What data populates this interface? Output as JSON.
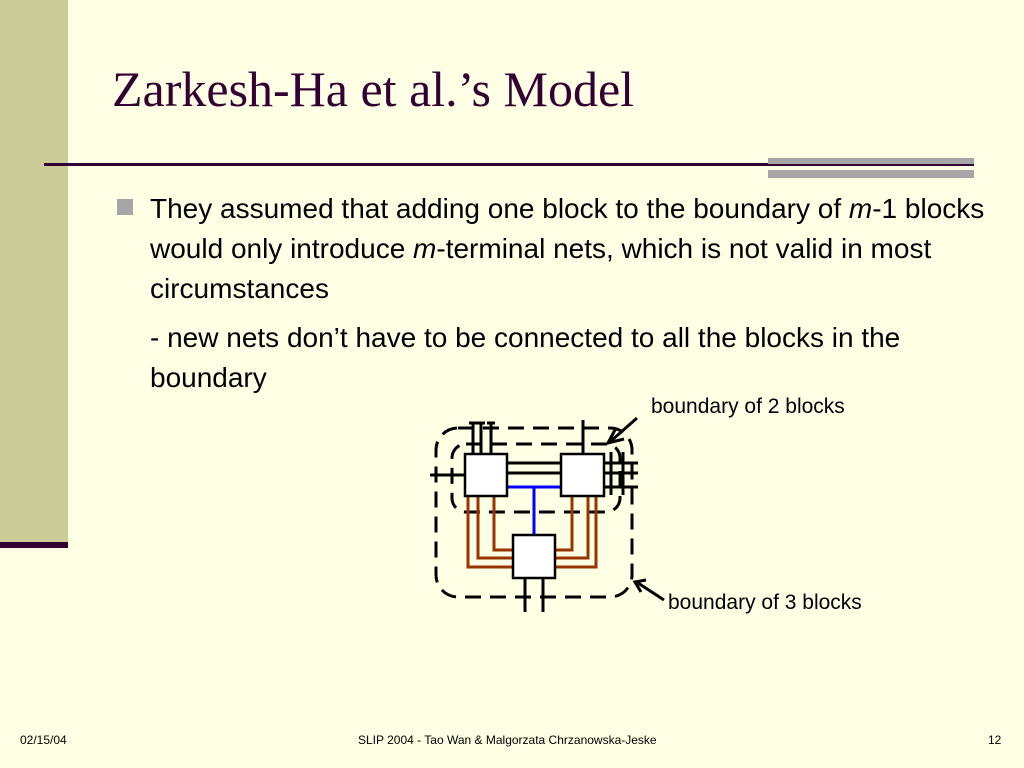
{
  "slide": {
    "title": "Zarkesh-Ha et al.’s Model",
    "bullet": {
      "part1": "They assumed that adding one block to the boundary of ",
      "var1": "m",
      "part2": "-1 blocks would only introduce ",
      "var2": "m",
      "part3": "-terminal nets, which is not valid in most circumstances"
    },
    "subtext": "- new nets don’t have to be connected to all the blocks in the boundary"
  },
  "figure": {
    "label_two_blocks": "boundary of 2 blocks",
    "label_three_blocks": "boundary of 3 blocks"
  },
  "footer": {
    "date": "02/15/04",
    "center": "SLIP 2004  - Tao Wan & Malgorzata Chrzanowska-Jeske",
    "page": "12"
  },
  "colors": {
    "background": "#ffffe5",
    "side_band": "#cccc99",
    "accent": "#330033",
    "blue_net": "#0000ff",
    "brown_net": "#993300"
  }
}
